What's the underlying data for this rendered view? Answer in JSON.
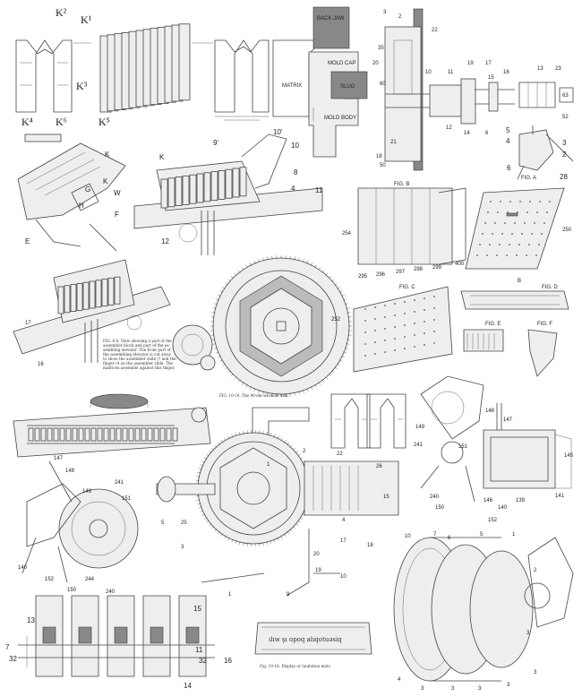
{
  "fig1": {
    "labels": [
      "K²",
      "K¹",
      "K³",
      "K⁴",
      "K⁶",
      "K⁵"
    ]
  },
  "fig2": {
    "labels": [
      "BACK JAW",
      "MOLD CAP",
      "MATRIX",
      "SLUG",
      "MOLD BODY"
    ]
  },
  "fig3": {
    "labels": [
      "3",
      "2",
      "22",
      "35",
      "20",
      "60",
      "10",
      "11",
      "19",
      "17",
      "16",
      "15",
      "13",
      "23",
      "63",
      "52",
      "21",
      "18",
      "50",
      "12",
      "14",
      "6"
    ]
  },
  "fig4": {
    "labels": [
      "K",
      "G",
      "K",
      "W",
      "H",
      "F",
      "E"
    ]
  },
  "fig5": {
    "labels": [
      "9'",
      "10'",
      "K",
      "10",
      "8",
      "4",
      "11",
      "12"
    ]
  },
  "fig6": {
    "labels": [
      "5",
      "4",
      "3",
      "2",
      "6",
      "FIG. A",
      "28"
    ]
  },
  "fig7": {
    "labels": [
      "FIG. B",
      "254",
      "295",
      "296",
      "297",
      "298",
      "299",
      "400"
    ]
  },
  "fig8": {
    "labels": [
      "250",
      "B"
    ]
  },
  "fig9": {
    "labels": [
      "17",
      "16"
    ],
    "caption": [
      "FIG. 8-4. View showing a part of the",
      "assembler block and part of the as-",
      "sembling elevator. The front part of",
      "the assembling elevator is cut away",
      "to show the assembler slide (? and the",
      "finger (4 on the assembler slide. The",
      "matrices assemble against this finger."
    ]
  },
  "fig10": {
    "caption": "FIG. 10-16. The 90-em six-mold disk."
  },
  "fig11": {
    "labels": [
      "FIG. C",
      "252"
    ]
  },
  "fig12": {
    "labels": [
      "FIG. D",
      "FIG. E",
      "FIG. F"
    ]
  },
  "fig13": {
    "labels": [
      "147",
      "148",
      "149",
      "241",
      "151",
      "145",
      "240",
      "150",
      "146",
      "140",
      "139",
      "141",
      "152"
    ]
  },
  "fig15": {
    "labels": [
      "147",
      "148",
      "149",
      "241",
      "151",
      "140",
      "152",
      "150",
      "244",
      "240"
    ]
  },
  "fig16": {
    "labels": [
      "5",
      "25",
      "3",
      "1",
      "2",
      "22",
      "26",
      "15",
      "4",
      "17",
      "18",
      "20",
      "19",
      "9",
      "10",
      "1"
    ]
  },
  "fig17": {
    "labels": [
      "10",
      "7",
      "6",
      "5",
      "1",
      "2",
      "3",
      "4",
      "3",
      "3",
      "3",
      "3",
      "3",
      "3"
    ]
  },
  "fig18": {
    "labels": [
      "13",
      "15",
      "7",
      "32",
      "11",
      "32",
      "16",
      "14"
    ]
  },
  "fig19": {
    "caption": "Fig. 10-16. Display or laudation mats",
    "slug_text": "ılıw şı opoq alıqotuəsiq"
  }
}
